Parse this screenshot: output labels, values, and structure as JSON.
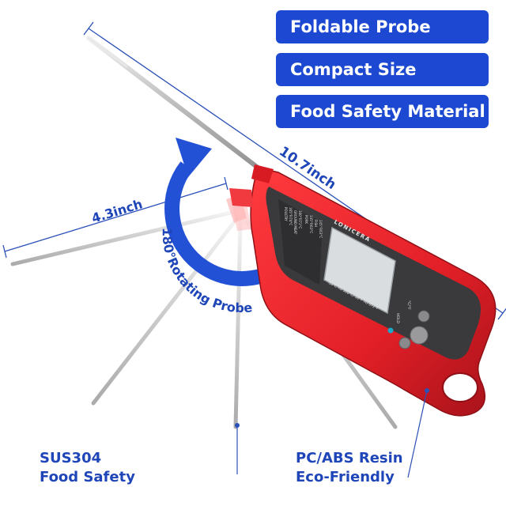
{
  "colors": {
    "accent_blue": "#2351d6",
    "pill_blue": "#1c48d2",
    "text_blue": "#1f46b8",
    "body_red": "#e4202a",
    "body_dark_red": "#b3141c",
    "face_dark": "#3a3a3c",
    "screen": "#d9dde0",
    "probe_steel": "#c9c9c9"
  },
  "features": [
    {
      "label": "Foldable Probe"
    },
    {
      "label": "Compact Size"
    },
    {
      "label": "Food Safety Material"
    }
  ],
  "dimensions": {
    "total_length": "10.7inch",
    "probe_length": "4.3inch"
  },
  "rotation_label": "180°Rotating Probe",
  "brand": "LONICERA",
  "face_text": {
    "range": "-50°C TO 300°C/-58°F TO 572°F",
    "unit_button": "°C/°F",
    "hold_button": "HOLD",
    "chart_row1": "POULTRY",
    "chart_row2": "165°F/74°C",
    "chart_row3": "GROUND MEAT",
    "chart_row4": "160°F/71°C",
    "chart_row5": "PORK",
    "chart_row6": "145°F/63°C",
    "chart_row7": "FISH",
    "chart_row8": "145°F/63°C"
  },
  "callouts": {
    "probe": {
      "line1": "SUS304",
      "line2": "Food Safety"
    },
    "body": {
      "line1": "PC/ABS Resin",
      "line2": "Eco-Friendly"
    }
  },
  "icons": {
    "rotation_arrow": "curved-arrow-icon",
    "dimension_lines": "dimension-line-icon"
  }
}
